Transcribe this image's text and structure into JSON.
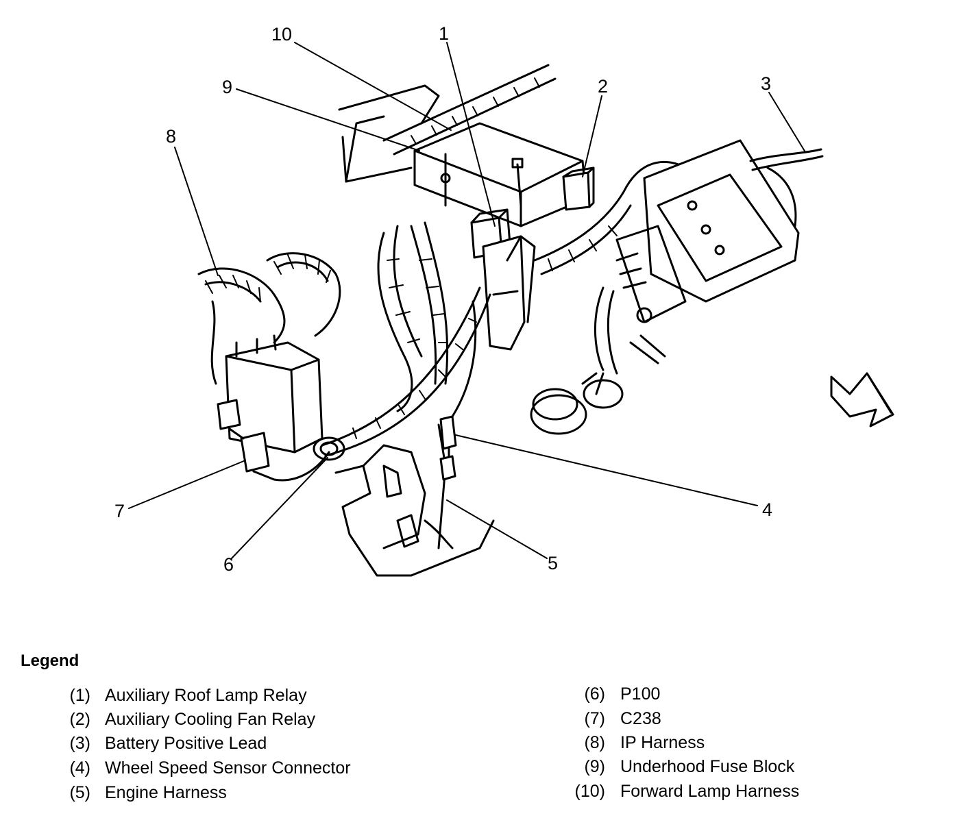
{
  "callouts": [
    "1",
    "2",
    "3",
    "4",
    "5",
    "6",
    "7",
    "8",
    "9",
    "10"
  ],
  "legend": {
    "title": "Legend",
    "items": [
      {
        "num": "(1)",
        "label": "Auxiliary Roof Lamp Relay"
      },
      {
        "num": "(2)",
        "label": "Auxiliary Cooling Fan Relay"
      },
      {
        "num": "(3)",
        "label": "Battery Positive Lead"
      },
      {
        "num": "(4)",
        "label": "Wheel Speed Sensor Connector"
      },
      {
        "num": "(5)",
        "label": "Engine Harness"
      },
      {
        "num": "(6)",
        "label": "P100"
      },
      {
        "num": "(7)",
        "label": "C238"
      },
      {
        "num": "(8)",
        "label": "IP Harness"
      },
      {
        "num": "(9)",
        "label": "Underhood Fuse Block"
      },
      {
        "num": "(10)",
        "label": "Forward Lamp Harness"
      }
    ]
  }
}
